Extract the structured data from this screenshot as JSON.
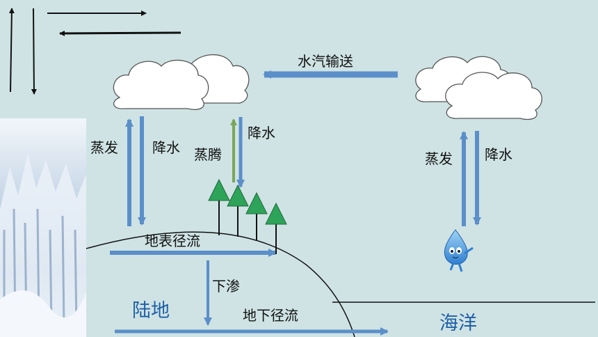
{
  "labels": {
    "vapor_transport": "水汽输送",
    "evaporation_land": "蒸发",
    "precipitation_land": "降水",
    "transpiration": "蒸腾",
    "precipitation_trees": "降水",
    "evaporation_ocean": "蒸发",
    "precipitation_ocean": "降水",
    "surface_runoff": "地表径流",
    "infiltration": "下渗",
    "underground_runoff": "地下径流",
    "land": "陆地",
    "ocean": "海洋"
  },
  "colors": {
    "background": "#cfe3e4",
    "arrow_blue": "#5b8fc9",
    "tree_green": "#2ea35a",
    "transpiration_green": "#7aa65a",
    "label_blue": "#1f5fa8"
  },
  "icons": {
    "mascot": "water-drop-mascot-icon",
    "glacier": "snow-mountain-image"
  }
}
